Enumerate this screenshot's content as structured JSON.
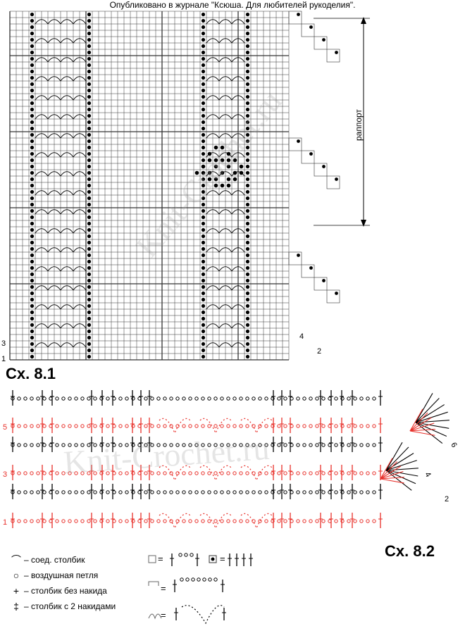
{
  "caption": "Опубликовано в журнале \"Ксюша. Для любителей рукоделия\".",
  "scheme1": {
    "title": "Сх. 8.1",
    "rapport_label": "раппорт",
    "row_labels": [
      "3",
      "1"
    ],
    "edge_labels": [
      "4",
      "2"
    ]
  },
  "scheme2": {
    "title": "Сх. 8.2",
    "row_labels_left": [
      "5",
      "3",
      "1"
    ],
    "row_labels_right": [
      "6",
      "4",
      "2"
    ]
  },
  "legend": {
    "items": [
      {
        "symbol": "⌒",
        "text": "– соед. столбик"
      },
      {
        "symbol": "○",
        "text": "– воздушная петля"
      },
      {
        "symbol": "+",
        "text": "– столбик без накида"
      },
      {
        "symbol": "‡",
        "text": "– столбик с 2 накидами"
      }
    ],
    "equals": "="
  },
  "watermark": "Knit-Crochet.ru",
  "colors": {
    "red": "#e8302a",
    "black": "#000000",
    "grid": "#333333"
  }
}
